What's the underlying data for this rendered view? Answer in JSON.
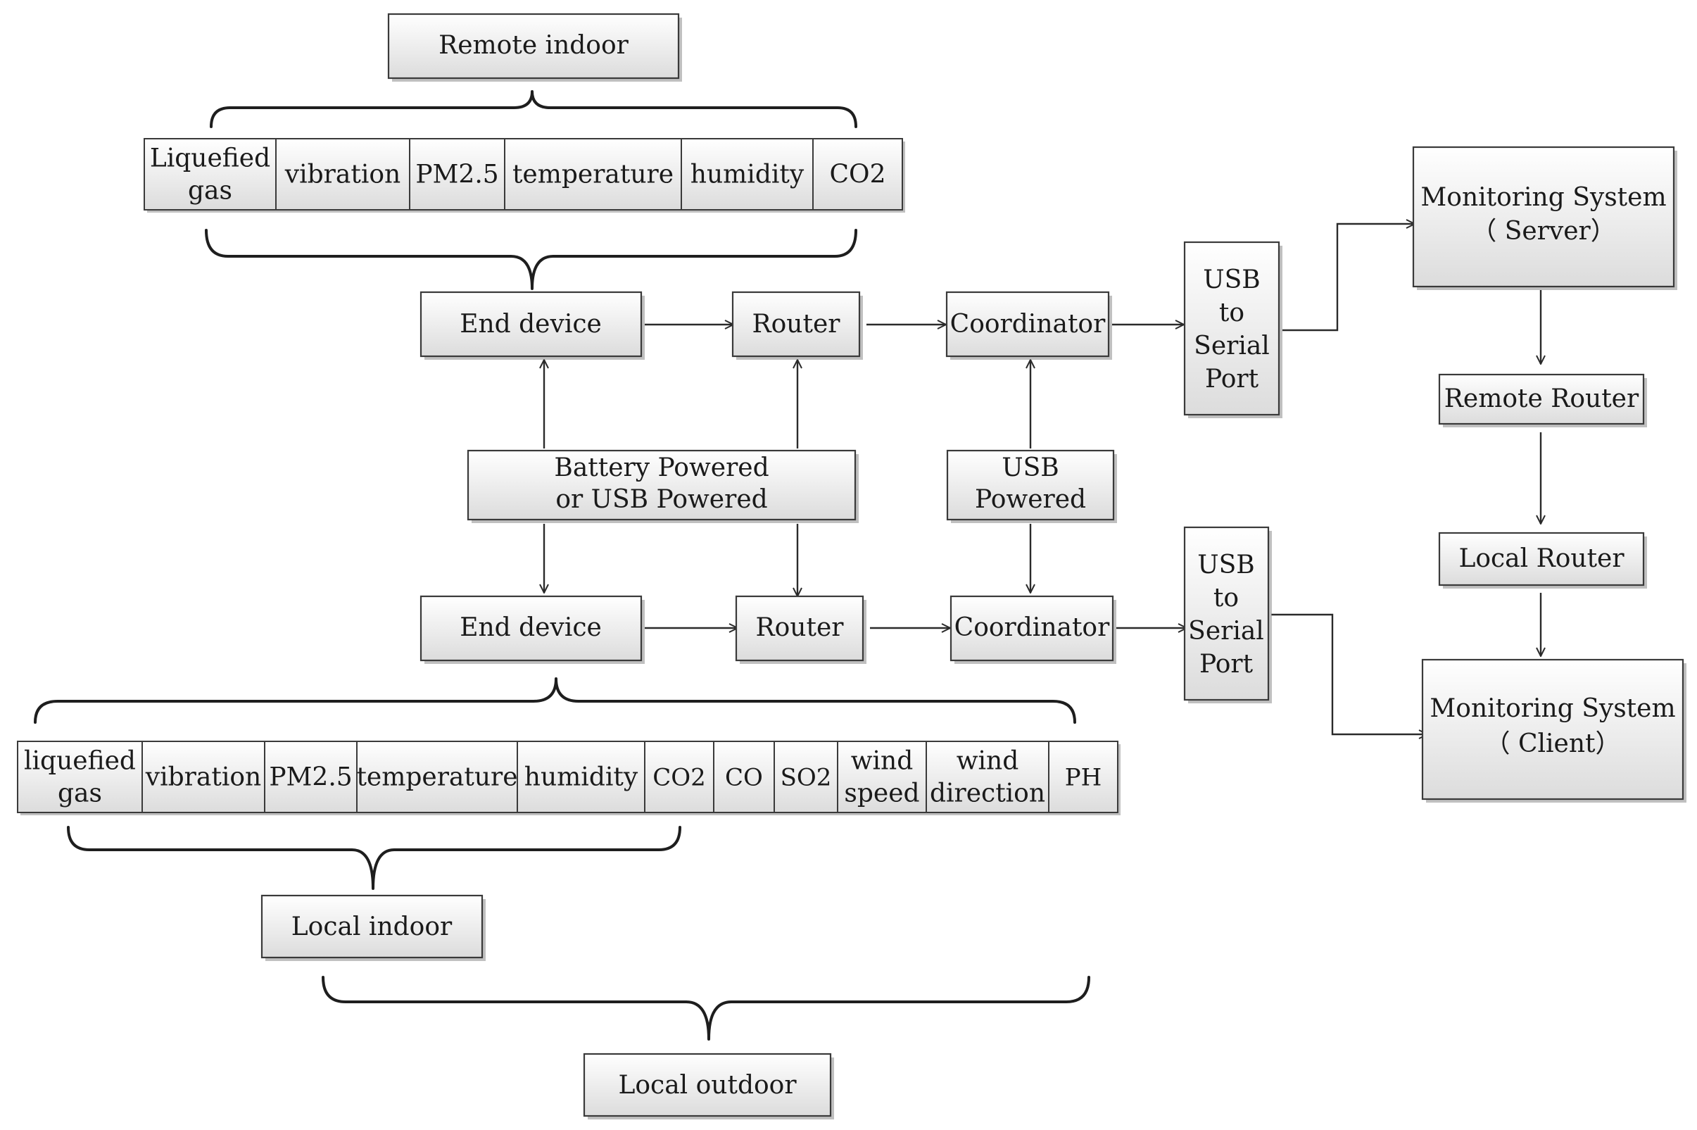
{
  "groups": {
    "remote_indoor": "Remote indoor",
    "local_indoor": "Local indoor",
    "local_outdoor": "Local outdoor"
  },
  "remote_sensors": [
    [
      "Liquefied",
      "gas"
    ],
    [
      "vibration"
    ],
    [
      "PM2.5"
    ],
    [
      "temperature"
    ],
    [
      "humidity"
    ],
    [
      "CO2"
    ]
  ],
  "local_sensors": [
    [
      "liquefied",
      "gas"
    ],
    [
      "vibration"
    ],
    [
      "PM2.5"
    ],
    [
      "temperature"
    ],
    [
      "humidity"
    ],
    [
      "CO2"
    ],
    [
      "CO"
    ],
    [
      "SO2"
    ],
    [
      "wind",
      "speed"
    ],
    [
      "wind",
      "direction"
    ],
    [
      "PH"
    ]
  ],
  "nodes": {
    "end_device": "End device",
    "router": "Router",
    "coordinator": "Coordinator",
    "usb_serial": [
      "USB",
      "to",
      "Serial",
      "Port"
    ],
    "battery_power": [
      "Battery Powered",
      "or USB Powered"
    ],
    "usb_power": [
      "USB",
      "Powered"
    ],
    "server": [
      "Monitoring System",
      "（ Server）"
    ],
    "remote_router": "Remote Router",
    "local_router": "Local Router",
    "client": [
      "Monitoring System",
      "（ Client）"
    ]
  }
}
